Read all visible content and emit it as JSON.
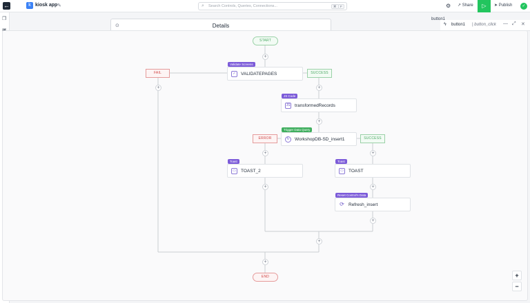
{
  "app": {
    "name": "kiosk app",
    "back_glyph": "←",
    "logo_glyph": "k"
  },
  "search": {
    "placeholder": "Search Controls, Queries, Connections...",
    "shortcut_1": "⌘",
    "shortcut_2": "F"
  },
  "toolbar": {
    "share_label": "Share",
    "publish_label": "Publish"
  },
  "details": {
    "title": "Details"
  },
  "right_panel": {
    "peek_label": "button1"
  },
  "flow": {
    "component": "button1",
    "event": "| button_click",
    "start_label": "START",
    "end_label": "END",
    "fail_label": "FAIL",
    "success_label_1": "SUCCESS",
    "error_label": "ERROR",
    "success_label_2": "SUCCESS",
    "nodes": [
      {
        "badge": "Validate Screens",
        "label": "VALIDATEPAGES",
        "icon": "validate-icon"
      },
      {
        "badge": "JS Code",
        "label": "transformedRecords",
        "icon": "js-code-icon"
      },
      {
        "badge": "Trigger Data Query",
        "label": "WorkshopDB-SD_insert1",
        "icon": "data-query-icon"
      },
      {
        "badge": "Toast",
        "label": "TOAST_2",
        "icon": "toast-icon"
      },
      {
        "badge": "Toast",
        "label": "TOAST",
        "icon": "toast-icon"
      },
      {
        "badge": "Reset Control's Data",
        "label": "Refresh_insert",
        "icon": "refresh-icon"
      }
    ]
  },
  "zoom": {
    "in": "+",
    "out": "−"
  },
  "colors": {
    "accent_purple": "#7c5bd9",
    "success_green": "#3fae5e",
    "fail_red": "#d04848",
    "play_green": "#22c55e"
  }
}
